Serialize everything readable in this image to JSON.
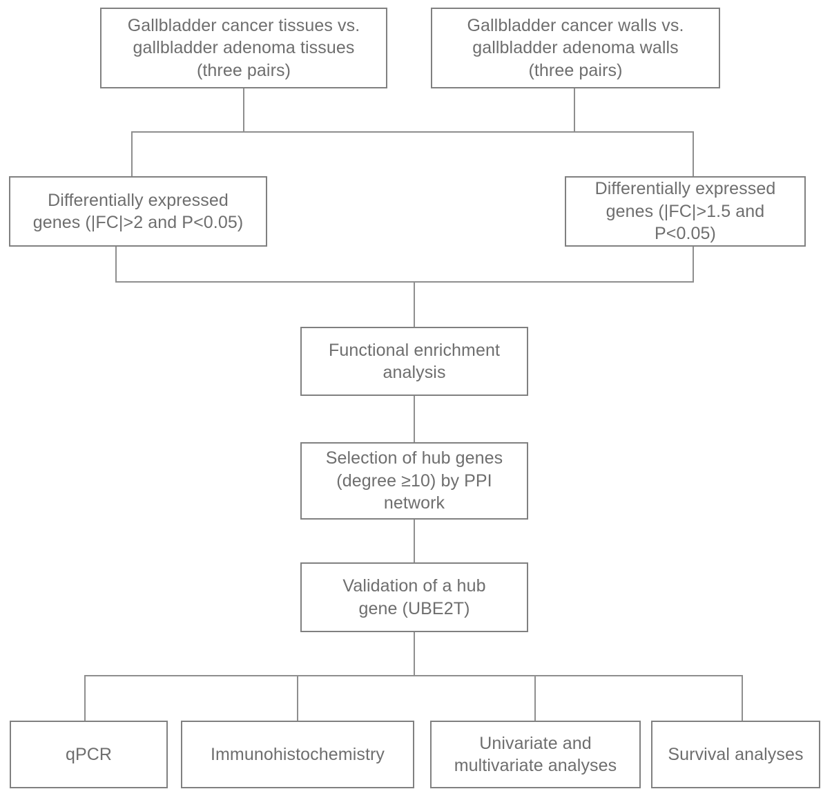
{
  "diagram": {
    "title": "Study workflow flowchart",
    "line_color": "#8e8e8e",
    "box_border_color": "#808080",
    "text_color": "#6e6e6e",
    "background_color": "#ffffff",
    "nodes": {
      "source_tissues": "Gallbladder cancer tissues vs.\ngallbladder adenoma tissues\n(three pairs)",
      "source_walls": "Gallbladder cancer walls vs.\ngallbladder adenoma walls\n(three pairs)",
      "deg_left": "Differentially expressed\ngenes (|FC|>2 and P<0.05)",
      "deg_right": "Differentially expressed\ngenes (|FC|>1.5 and\nP<0.05)",
      "enrichment": "Functional enrichment\nanalysis",
      "hub_selection": "Selection of hub genes\n(degree ≥10) by PPI\nnetwork",
      "validation": "Validation of a hub\ngene (UBE2T)",
      "qpcr": "qPCR",
      "ihc": "Immunohistochemistry",
      "univariate": "Univariate and\nmultivariate analyses",
      "survival": "Survival analyses"
    }
  }
}
